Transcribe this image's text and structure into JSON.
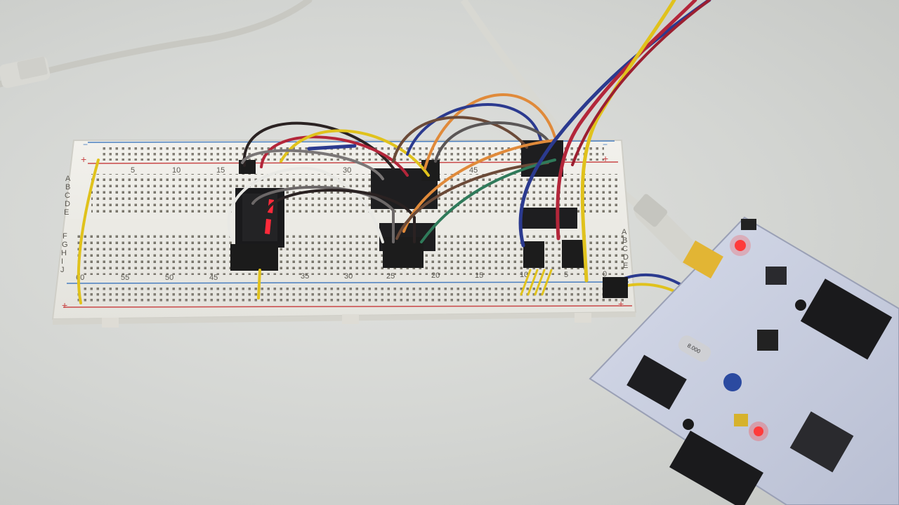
{
  "scene": {
    "breadboard": {
      "top_col_numbers": [
        "5",
        "10",
        "15",
        "30",
        "45"
      ],
      "bottom_col_numbers": [
        "60",
        "55",
        "50",
        "45",
        "35",
        "30",
        "25",
        "20",
        "15",
        "10",
        "5",
        "0"
      ],
      "left_row_letters_top": [
        "A",
        "B",
        "C",
        "D",
        "E"
      ],
      "left_row_letters_bottom": [
        "F",
        "G",
        "H",
        "I",
        "J"
      ],
      "right_row_letters": [
        "A",
        "B",
        "C",
        "D",
        "E"
      ],
      "rail_plus_symbol": "+",
      "rail_minus_symbol": "−"
    },
    "seven_segment": {
      "lit_digit": "1",
      "segment_color": "#ff2a3a"
    },
    "dev_board": {
      "pcb_color": "#c9cedf",
      "power_led_color": "#ff3b3b",
      "crystal_label": "8.000"
    },
    "colors": {
      "wire_yellow": "#e0c21c",
      "wire_red": "#b3263a",
      "wire_blue": "#2b3a8f",
      "wire_black": "#2a2222",
      "wire_orange": "#e08a3a",
      "wire_brown": "#6b4a38",
      "wire_gray": "#7a7676",
      "wire_green": "#2f7a5a",
      "wire_white": "#e8e8e4"
    }
  }
}
